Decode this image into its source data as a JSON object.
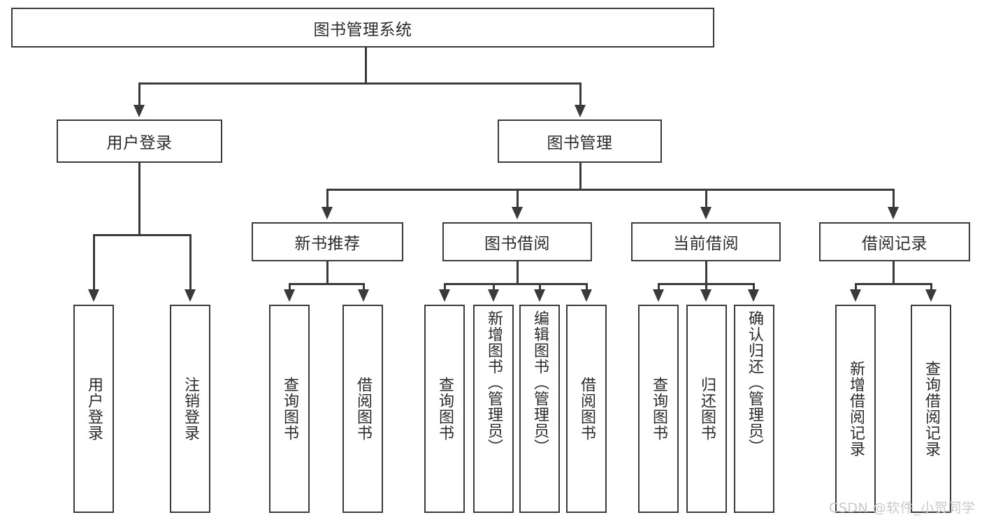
{
  "diagram": {
    "title": "图书管理系统",
    "type": "hierarchy-tree",
    "root": {
      "label": "图书管理系统"
    },
    "level1": [
      {
        "label": "用户登录"
      },
      {
        "label": "图书管理"
      }
    ],
    "level2": [
      {
        "label": "新书推荐"
      },
      {
        "label": "图书借阅"
      },
      {
        "label": "当前借阅"
      },
      {
        "label": "借阅记录"
      }
    ],
    "leaves": {
      "user_login": [
        {
          "label": "用户登录"
        },
        {
          "label": "注销登录"
        }
      ],
      "new_book_recommend": [
        {
          "label": "查询图书"
        },
        {
          "label": "借阅图书"
        }
      ],
      "book_borrow": [
        {
          "label": "查询图书"
        },
        {
          "label": "新增图书（管理员）"
        },
        {
          "label": "编辑图书（管理员）"
        },
        {
          "label": "借阅图书"
        }
      ],
      "current_borrow": [
        {
          "label": "查询图书"
        },
        {
          "label": "归还图书"
        },
        {
          "label": "确认归还（管理员）"
        }
      ],
      "borrow_record": [
        {
          "label": "新增借阅记录"
        },
        {
          "label": "查询借阅记录"
        }
      ]
    }
  },
  "watermark": {
    "text": "CSDN @软件_小贺同学"
  },
  "colors": {
    "stroke": "#3a3a3a",
    "text": "#2b2b2b",
    "background": "#ffffff",
    "watermark": "#c9c9c9"
  }
}
